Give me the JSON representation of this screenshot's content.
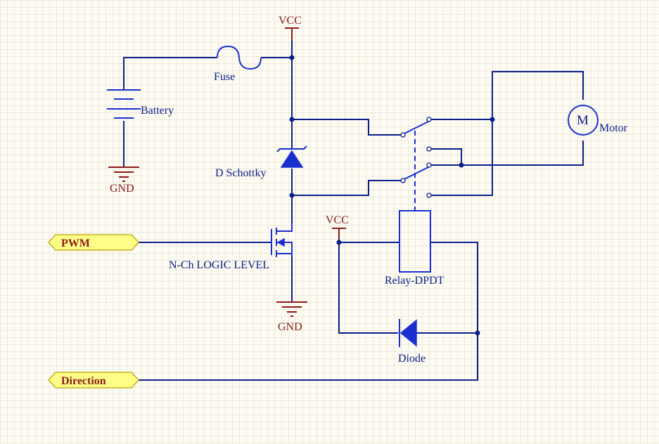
{
  "power": {
    "vcc_top": "VCC",
    "vcc_relay": "VCC",
    "gnd_battery": "GND",
    "gnd_mosfet": "GND"
  },
  "components": {
    "fuse": "Fuse",
    "battery": "Battery",
    "schottky": "D Schottky",
    "mosfet": "N-Ch LOGIC LEVEL",
    "relay": "Relay-DPDT",
    "diode": "Diode",
    "motor": "Motor",
    "motor_symbol": "M"
  },
  "ports": {
    "pwm": "PWM",
    "direction": "Direction"
  },
  "colors": {
    "wire": "#0a1e8c",
    "component": "#1a2fd0",
    "power": "#8b1a1a",
    "port_fill": "#ffff88",
    "background": "#fdfbf2"
  }
}
